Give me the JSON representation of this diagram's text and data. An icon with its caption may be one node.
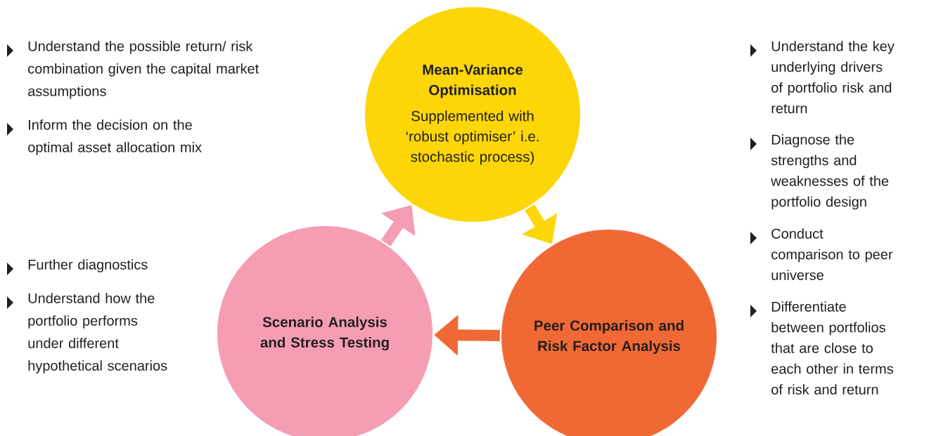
{
  "diagram": {
    "nodes": [
      {
        "text": [
          "Mean-Variance Optimisation",
          "Supplemented with ‘robust optimiser’ i.e. stochastic process)"
        ]
      },
      {
        "text": [
          "Peer Comparison and Risk Factor Analysis"
        ]
      },
      {
        "text": [
          "Scenario Analysis and Stress Testing"
        ]
      }
    ],
    "edges": [
      {
        "from": 0,
        "to": 1,
        "arrow": "to",
        "color": "#fcd607"
      },
      {
        "from": 1,
        "to": 2,
        "arrow": "to",
        "color": "#f06935"
      },
      {
        "from": 2,
        "to": 0,
        "arrow": "to",
        "color": "#f49db3"
      }
    ],
    "labels": [
      "Understand the possible return/ risk combination given the capital market assumptions",
      "Inform the decision on the optimal asset allocation mix",
      "Understand the key underlying drivers of portfolio risk and return",
      "Diagnose the strengths and weaknesses of the portfolio design",
      "Conduct comparison to peer universe",
      "Differentiate between portfolios that are close to each other in terms of risk and return",
      "Further diagnostics",
      "Understand how the portfolio performs under different hypothetical scenarios"
    ]
  }
}
